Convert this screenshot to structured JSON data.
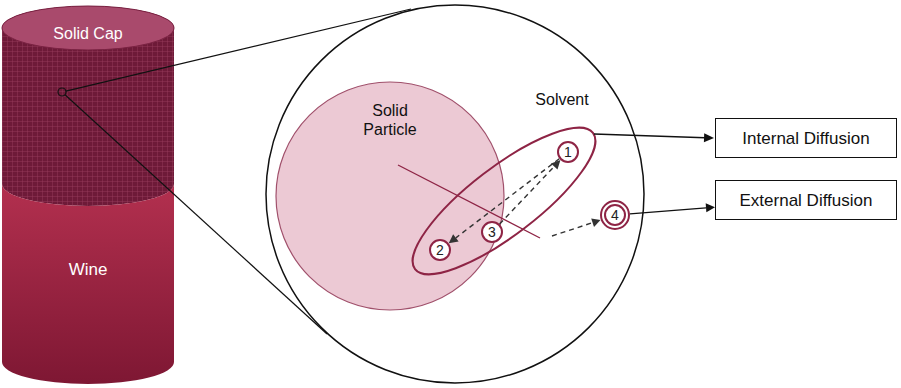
{
  "diagram": {
    "nodes": [
      {
        "text": [
          "Solid Cap"
        ]
      },
      {
        "text": [
          "Wine"
        ]
      },
      {
        "text": [
          "Solvent"
        ]
      },
      {
        "text": [
          "Solid Particle"
        ],
        "in": 2
      },
      {
        "text": [
          "1"
        ],
        "in": 2
      },
      {
        "text": [
          "2"
        ],
        "in": 3
      },
      {
        "text": [
          "3"
        ],
        "in": 3
      },
      {
        "text": [
          "4"
        ],
        "in": 2
      },
      {
        "text": [
          "Internal Diffusion"
        ]
      },
      {
        "text": [
          "External Diffusion"
        ]
      }
    ],
    "edges": [
      {
        "from": 4,
        "to": 5,
        "arrow": "to"
      },
      {
        "from": 6,
        "to": 4,
        "arrow": "to"
      },
      {
        "from": 7,
        "to": 9,
        "arrow": "to"
      }
    ]
  }
}
